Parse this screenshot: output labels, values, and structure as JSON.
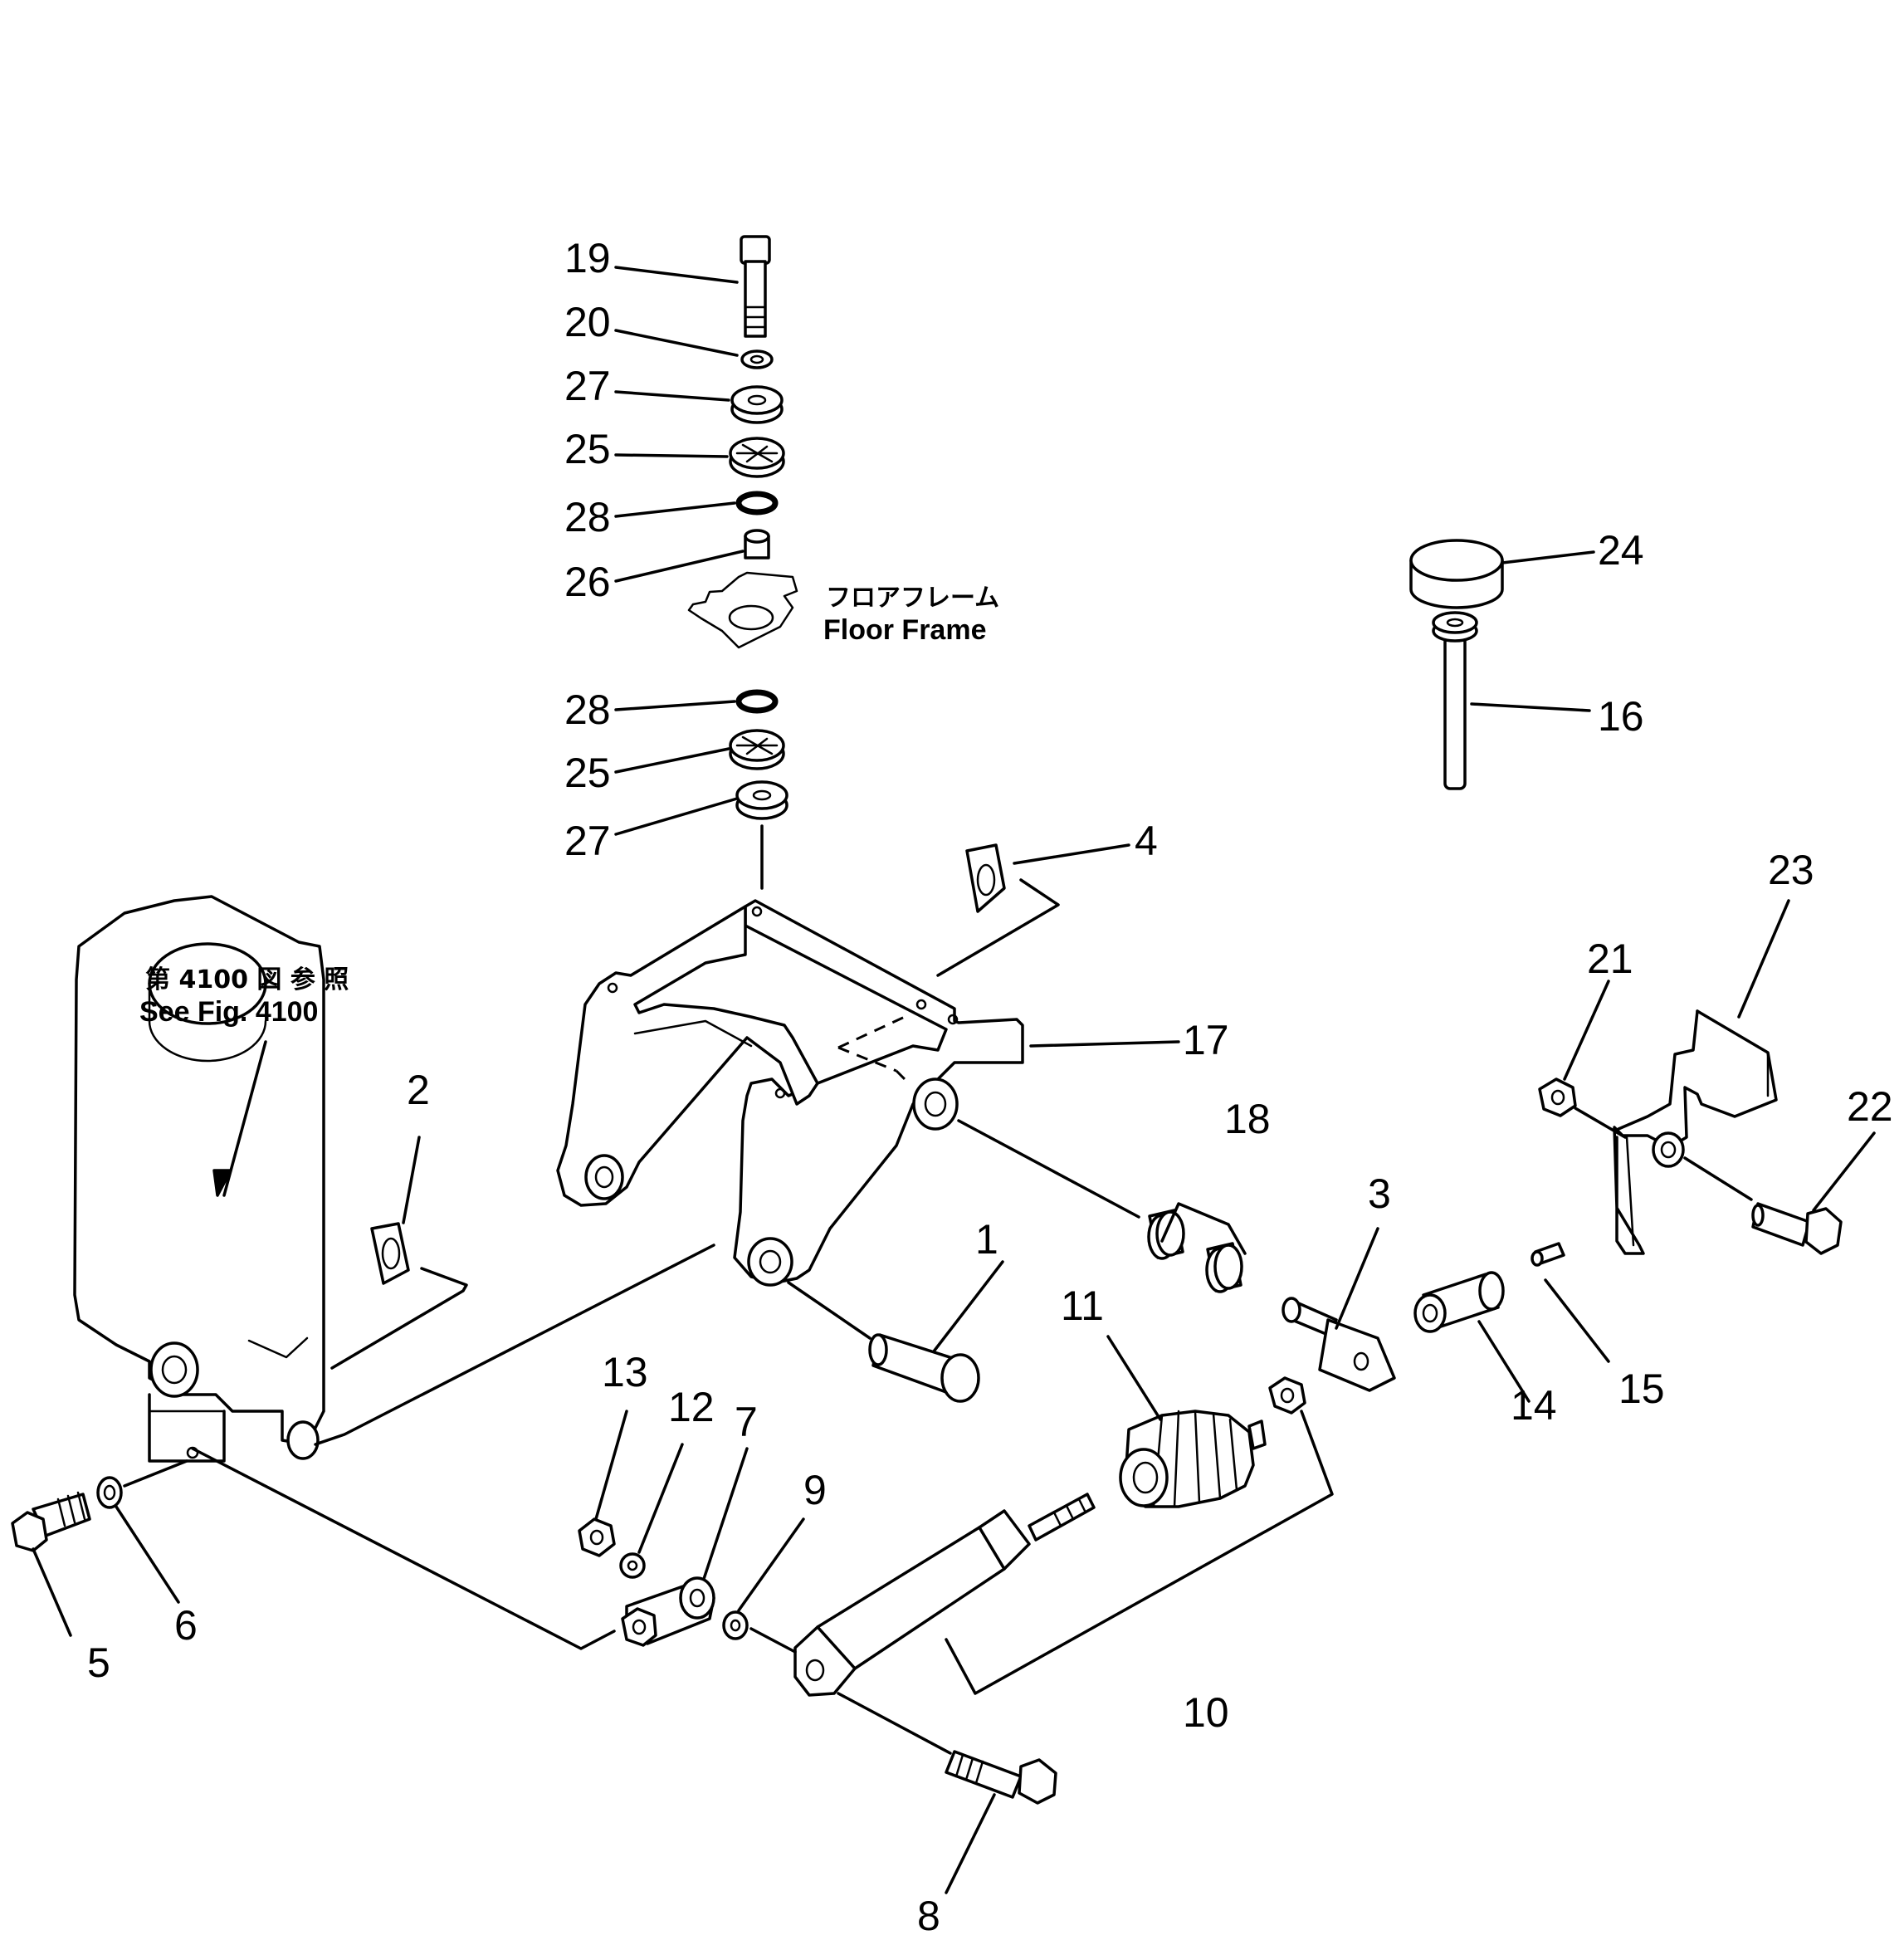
{
  "callouts": [
    {
      "id": "1",
      "label": "1"
    },
    {
      "id": "2",
      "label": "2"
    },
    {
      "id": "3",
      "label": "3"
    },
    {
      "id": "4",
      "label": "4"
    },
    {
      "id": "5",
      "label": "5"
    },
    {
      "id": "6",
      "label": "6"
    },
    {
      "id": "7",
      "label": "7"
    },
    {
      "id": "8",
      "label": "8"
    },
    {
      "id": "9",
      "label": "9"
    },
    {
      "id": "10",
      "label": "10"
    },
    {
      "id": "11",
      "label": "11"
    },
    {
      "id": "12",
      "label": "12"
    },
    {
      "id": "13",
      "label": "13"
    },
    {
      "id": "14",
      "label": "14"
    },
    {
      "id": "15",
      "label": "15"
    },
    {
      "id": "16",
      "label": "16"
    },
    {
      "id": "17",
      "label": "17"
    },
    {
      "id": "18",
      "label": "18"
    },
    {
      "id": "19",
      "label": "19"
    },
    {
      "id": "20",
      "label": "20"
    },
    {
      "id": "21",
      "label": "21"
    },
    {
      "id": "22",
      "label": "22"
    },
    {
      "id": "23",
      "label": "23"
    },
    {
      "id": "24",
      "label": "24"
    },
    {
      "id": "25a",
      "label": "25"
    },
    {
      "id": "25b",
      "label": "25"
    },
    {
      "id": "26",
      "label": "26"
    },
    {
      "id": "27a",
      "label": "27"
    },
    {
      "id": "27b",
      "label": "27"
    },
    {
      "id": "28a",
      "label": "28"
    },
    {
      "id": "28b",
      "label": "28"
    }
  ],
  "notes": {
    "floor_frame_jp": "フロアフレーム",
    "floor_frame_en": "Floor  Frame",
    "see_fig_jp": "第 4100 図 参 照",
    "see_fig_en": "See Fig. 4100"
  }
}
